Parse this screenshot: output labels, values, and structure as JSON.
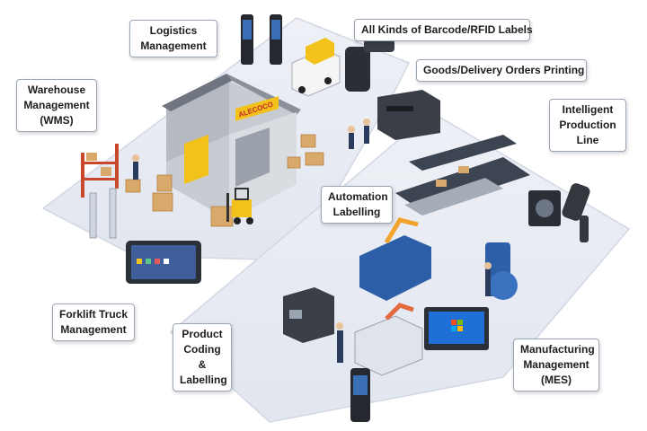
{
  "labels": {
    "logistics": [
      "Logistics",
      "Management"
    ],
    "barcode_rfid": [
      "All Kinds of Barcode/RFID Labels"
    ],
    "orders_printing": [
      "Goods/Delivery Orders Printing"
    ],
    "warehouse": [
      "Warehouse",
      "Management",
      "(WMS)"
    ],
    "production_line": [
      "Intelligent",
      "Production",
      "Line"
    ],
    "automation": [
      "Automation",
      "Labelling"
    ],
    "forklift": [
      "Forklift Truck",
      "Management"
    ],
    "product_coding": [
      "Product",
      "Coding",
      "&",
      "Labelling"
    ],
    "mes": [
      "Manufacturing",
      "Management",
      "(MES)"
    ]
  },
  "warehouse_sign": "ALECOCO",
  "colors": {
    "platform": "#e8ebf3",
    "platform_edge": "#d2d7e3",
    "callout_border": "#9aa6b4",
    "roof": "#8a8f99",
    "warehouse_wall": "#c8ccd2",
    "accent_yellow": "#f2c21b",
    "conveyor": "#3d4452",
    "machine_blue": "#2c5fa8"
  }
}
